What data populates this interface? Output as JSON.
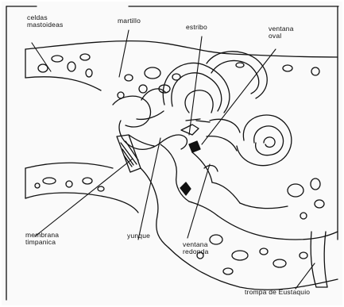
{
  "labels": {
    "celdas_line1": "celdas",
    "celdas_line2": "mastoideas",
    "martillo": "martillo",
    "estribo": "estribo",
    "ventana_oval_line1": "ventana",
    "ventana_oval_line2": "oval",
    "membrana_line1": "membrana",
    "membrana_line2": "timpanica",
    "yunque": "yunque",
    "ventana_redonda_line1": "ventana",
    "ventana_redonda_line2": "redonda",
    "trompa": "trompa de Eustaquio"
  },
  "colors": {
    "ink": "#111111",
    "paper": "#fafafa"
  }
}
